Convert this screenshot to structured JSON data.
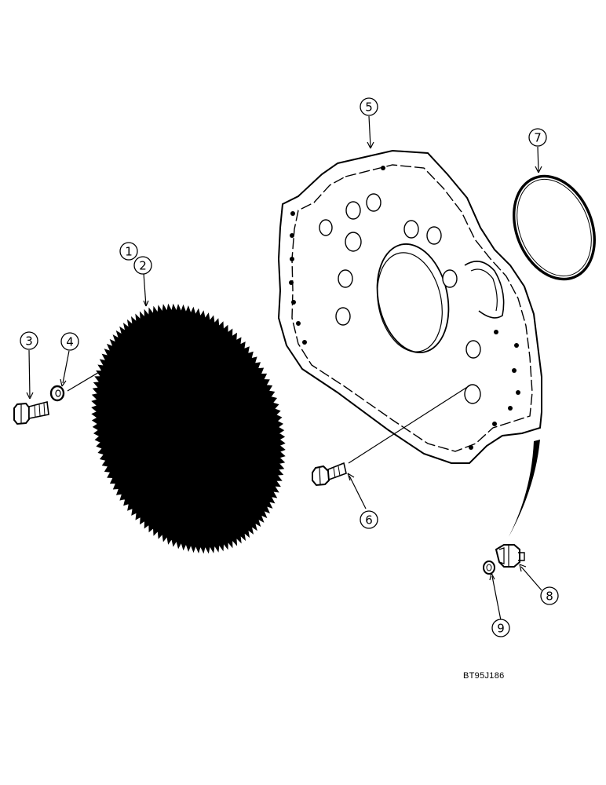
{
  "callouts": [
    {
      "id": "1",
      "label": "1"
    },
    {
      "id": "2",
      "label": "2"
    },
    {
      "id": "3",
      "label": "3"
    },
    {
      "id": "4",
      "label": "4"
    },
    {
      "id": "5",
      "label": "5"
    },
    {
      "id": "6",
      "label": "6"
    },
    {
      "id": "7",
      "label": "7"
    },
    {
      "id": "8",
      "label": "8"
    },
    {
      "id": "9",
      "label": "9"
    }
  ],
  "figure_id": "BT95J186"
}
